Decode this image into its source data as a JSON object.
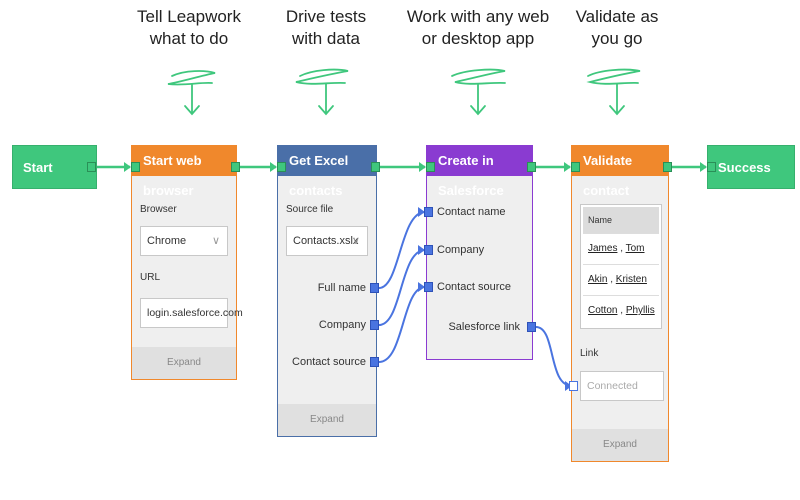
{
  "captions": [
    {
      "text": "Tell Leapwork\nwhat to do"
    },
    {
      "text": "Drive tests\nwith data"
    },
    {
      "text": "Work with any web\nor desktop app"
    },
    {
      "text": "Validate as\nyou go"
    }
  ],
  "colors": {
    "green": "#3fc77d",
    "orange": "#f0882c",
    "blue": "#4a6fa8",
    "purple": "#8a3bd1",
    "wire_blue": "#4a74e0",
    "wire_green": "#3fc77d"
  },
  "start_block": {
    "label": "Start"
  },
  "success_block": {
    "label": "Success"
  },
  "browser_block": {
    "title": "Start web browser",
    "browser_label": "Browser",
    "browser_value": "Chrome",
    "url_label": "URL",
    "url_value": "login.salesforce.com",
    "expand": "Expand"
  },
  "excel_block": {
    "title": "Get Excel contacts",
    "source_label": "Source file",
    "source_value": "Contacts.xslx",
    "outputs": [
      "Full name",
      "Company",
      "Contact source"
    ],
    "expand": "Expand"
  },
  "salesforce_block": {
    "title": "Create in Salesforce",
    "inputs": [
      "Contact name",
      "Company",
      "Contact source"
    ],
    "output": "Salesforce link"
  },
  "validate_block": {
    "title": "Validate contact",
    "table_header": "Name",
    "rows": [
      {
        "last": "James",
        "first": "Tom"
      },
      {
        "last": "Akin",
        "first": "Kristen"
      },
      {
        "last": "Cotton",
        "first": "Phyllis"
      }
    ],
    "link_label": "Link",
    "link_placeholder": "Connected",
    "expand": "Expand"
  }
}
